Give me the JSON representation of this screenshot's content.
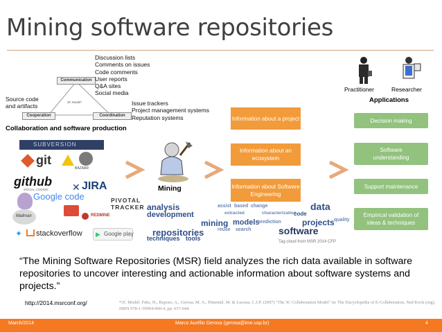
{
  "slide": {
    "title": "Mining software repositories",
    "page_number": "4"
  },
  "model3c": {
    "communication": "Communication",
    "cooperation": "Cooperation",
    "coordination": "Coordination",
    "center": "3C Model*",
    "communication_items": "Discussion lists\nComments on issues\nCode comments\nUser reports\nQ&A sites\nSocial media",
    "coordination_items": "Issue trackers\nProject management systems\nReputation systems",
    "cooperation_items": "Source code\nand artifacts",
    "caption": "Collaboration and software production"
  },
  "logos": {
    "subversion": "SUBVERSION",
    "git": "git",
    "bazaar": "BAZAAR",
    "github": "github",
    "github_sub": "SOCIAL CODING",
    "jira": "JIRA",
    "google_code": "Google code",
    "pivotal_tracker": "PIVOTAL\nTRACKER",
    "mailman": "Mailman",
    "redmine": "REDMINE",
    "stackoverflow": "stackoverflow",
    "google_play": "Google play"
  },
  "mining": {
    "label": "Mining"
  },
  "information": [
    "Information about a project",
    "Information about an ecosystem",
    "Information about Software Engineering"
  ],
  "tag_cloud": {
    "caption": "Tag cloud from MSR 2014 CFP",
    "words": [
      "analysis",
      "data",
      "development",
      "mining",
      "models",
      "projects",
      "repositories",
      "software",
      "techniques",
      "tools",
      "change",
      "characterization",
      "quality",
      "code",
      "prediction",
      "search",
      "reuse",
      "extracted",
      "assist",
      "based"
    ]
  },
  "applications": {
    "practitioner": "Practitioner",
    "researcher": "Researcher",
    "heading": "Applications",
    "items": [
      "Decision making",
      "Software understanding",
      "Support maintenance",
      "Empirical validation of ideas & techniques"
    ]
  },
  "quote": {
    "text": "“The Mining Software Repositories (MSR) field analyzes the rich data available in software repositories to uncover interesting and actionable information about software systems and projects.”",
    "url": "http://2014.msrconf.org/",
    "citation": "*3C Model: Fuks, H., Raposo, A., Gerosa, M. A., Pimentel, M. & Lucena, C.J.P. (2007) \"The 3C Collaboration Model\" in: The Encyclopedia of E-Collaboration, Ned Kock (org), ISBN 978-1-59904-000-4, pp. 637-644."
  },
  "footer": {
    "date": "March/2014",
    "author": "Marco Aurélio Gerosa (gerosa@ime.usp.br)"
  },
  "colors": {
    "orange": "#f29b3a",
    "green": "#92c27d",
    "footer": "#f47920",
    "arrow": "#e8a97a"
  }
}
